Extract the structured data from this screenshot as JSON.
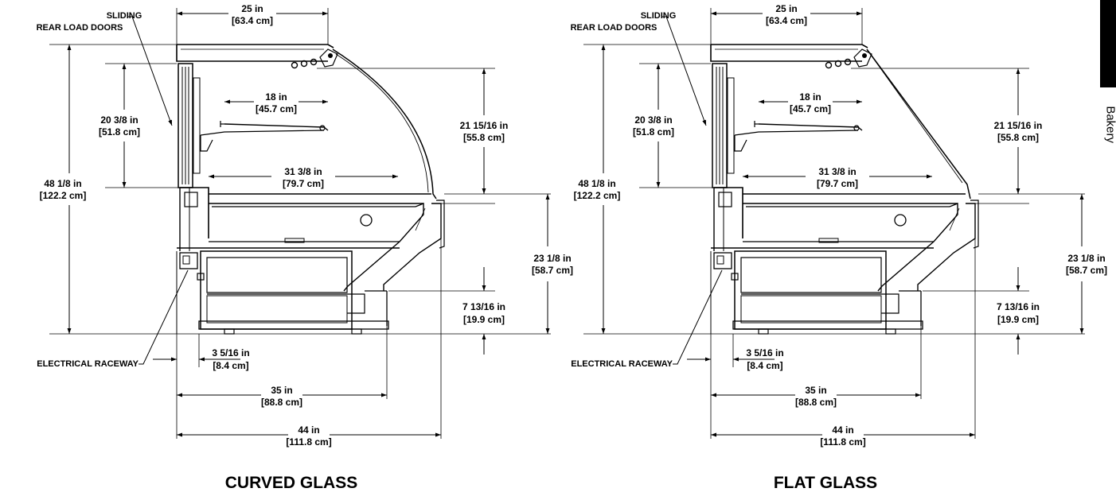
{
  "side_tab": {
    "text": "Bakery"
  },
  "views": [
    {
      "title": "CURVED GLASS",
      "callouts": {
        "doors_line1": "SLIDING",
        "doors_line2": "REAR LOAD DOORS",
        "raceway": "ELECTRICAL RACEWAY"
      },
      "dims": {
        "top_width": {
          "imperial": "25 in",
          "metric": "[63.4 cm]"
        },
        "shelf_width": {
          "imperial": "18 in",
          "metric": "[45.7 cm]"
        },
        "deck_width": {
          "imperial": "31 3/8 in",
          "metric": "[79.7 cm]"
        },
        "rear_opening": {
          "imperial": "20 3/8 in",
          "metric": "[51.8 cm]"
        },
        "overall_height": {
          "imperial": "48 1/8 in",
          "metric": "[122.2 cm]"
        },
        "glass_height": {
          "imperial": "21 15/16 in",
          "metric": "[55.8 cm]"
        },
        "base_height": {
          "imperial": "23 1/8 in",
          "metric": "[58.7 cm]"
        },
        "toe_height": {
          "imperial": "7 13/16 in",
          "metric": "[19.9 cm]"
        },
        "raceway_offset": {
          "imperial": "3 5/16 in",
          "metric": "[8.4 cm]"
        },
        "base_depth": {
          "imperial": "35 in",
          "metric": "[88.8 cm]"
        },
        "overall_depth": {
          "imperial": "44 in",
          "metric": "[111.8 cm]"
        }
      }
    },
    {
      "title": "FLAT GLASS",
      "callouts": {
        "doors_line1": "SLIDING",
        "doors_line2": "REAR LOAD DOORS",
        "raceway": "ELECTRICAL RACEWAY"
      },
      "dims": {
        "top_width": {
          "imperial": "25 in",
          "metric": "[63.4 cm]"
        },
        "shelf_width": {
          "imperial": "18 in",
          "metric": "[45.7 cm]"
        },
        "deck_width": {
          "imperial": "31 3/8 in",
          "metric": "[79.7 cm]"
        },
        "rear_opening": {
          "imperial": "20 3/8 in",
          "metric": "[51.8 cm]"
        },
        "overall_height": {
          "imperial": "48 1/8 in",
          "metric": "[122.2 cm]"
        },
        "glass_height": {
          "imperial": "21 15/16 in",
          "metric": "[55.8 cm]"
        },
        "base_height": {
          "imperial": "23 1/8 in",
          "metric": "[58.7 cm]"
        },
        "toe_height": {
          "imperial": "7 13/16 in",
          "metric": "[19.9 cm]"
        },
        "raceway_offset": {
          "imperial": "3 5/16 in",
          "metric": "[8.4 cm]"
        },
        "base_depth": {
          "imperial": "35 in",
          "metric": "[88.8 cm]"
        },
        "overall_depth": {
          "imperial": "44 in",
          "metric": "[111.8 cm]"
        }
      }
    }
  ]
}
